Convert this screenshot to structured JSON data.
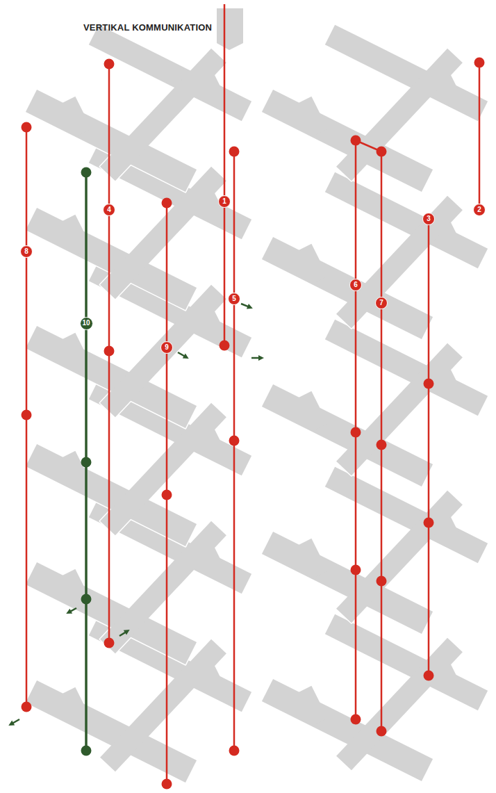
{
  "diagram": {
    "title": "VERTIKAL KOMMUNIKATION",
    "nodes": [
      {
        "text": [
          "1"
        ]
      },
      {
        "text": [
          "2"
        ]
      },
      {
        "text": [
          "3"
        ]
      },
      {
        "text": [
          "4"
        ]
      },
      {
        "text": [
          "5"
        ]
      },
      {
        "text": [
          "6"
        ]
      },
      {
        "text": [
          "7"
        ]
      },
      {
        "text": [
          "8"
        ]
      },
      {
        "text": [
          "9"
        ]
      },
      {
        "text": [
          "10"
        ]
      }
    ]
  }
}
